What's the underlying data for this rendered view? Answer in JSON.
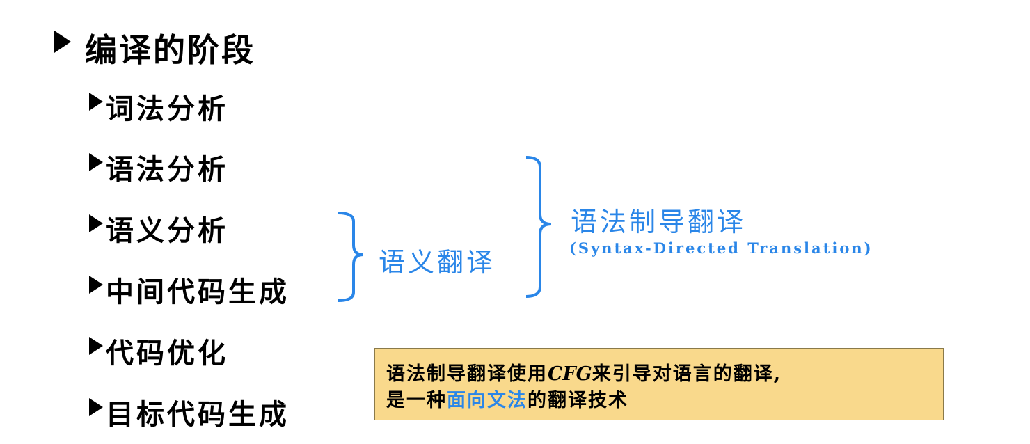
{
  "heading": "编译的阶段",
  "stages": [
    "词法分析",
    "语法分析",
    "语义分析",
    "中间代码生成",
    "代码优化",
    "目标代码生成"
  ],
  "semantic_translation_label": "语义翻译",
  "sdt_label": "语法制导翻译",
  "sdt_subtitle": "(Syntax-Directed Translation)",
  "note": {
    "line1_prefix": "语法制导翻译使用",
    "line1_cfg": "CFG",
    "line1_suffix": "来引导对语言的翻译,",
    "line2_prefix": "是一种",
    "line2_highlight": "面向文法",
    "line2_suffix": "的翻译技术"
  },
  "colors": {
    "accent": "#2a86e8",
    "note_bg": "#f9d98c"
  }
}
